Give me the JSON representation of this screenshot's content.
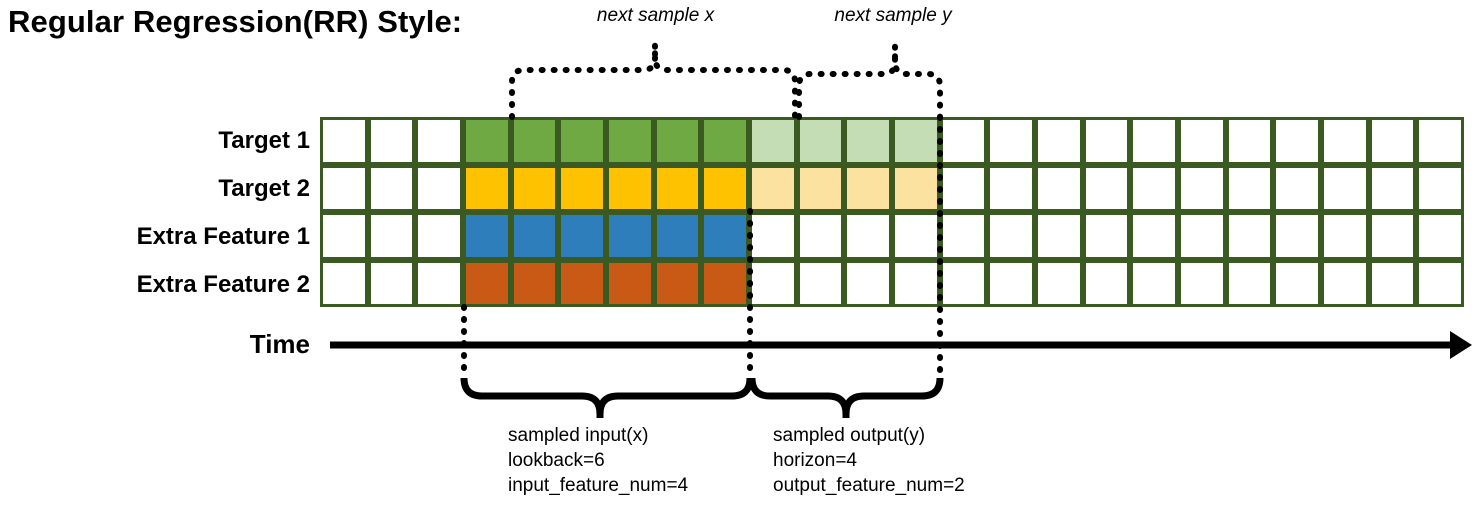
{
  "title": "Regular Regression(RR) Style:",
  "top_annotations": {
    "next_sample_x": "next sample x",
    "next_sample_y": "next sample y"
  },
  "axis": {
    "time_label": "Time"
  },
  "rows": [
    {
      "label": "Target 1",
      "key": "target-1"
    },
    {
      "label": "Target 2",
      "key": "target-2"
    },
    {
      "label": "Extra Feature 1",
      "key": "extra-feature-1"
    },
    {
      "label": "Extra Feature 2",
      "key": "extra-feature-2"
    }
  ],
  "grid": {
    "columns": 24,
    "rows": 4,
    "border_color": "#3A5A22",
    "empty_color": "#FFFFFF",
    "input_start_col": 3,
    "input_end_col": 9,
    "output_start_col": 9,
    "output_end_col": 13
  },
  "colors": {
    "target_1_input": "#6FA944",
    "target_1_output": "#C5DDB4",
    "target_2_input": "#FFC200",
    "target_2_output": "#FCE2A0",
    "extra_feature_1_input": "#2E7EBB",
    "extra_feature_2_input": "#C95A15",
    "grid_border": "#3A5A22",
    "annotation": "#000000"
  },
  "chart_data": {
    "type": "heatmap",
    "title": "Regular Regression(RR) Style:",
    "xlabel": "Time",
    "ylabel": "",
    "categories": [
      "Target 1",
      "Target 2",
      "Extra Feature 1",
      "Extra Feature 2"
    ],
    "n_timesteps": 24,
    "series": [
      {
        "name": "Target 1",
        "fills": [
          "",
          "",
          "",
          "in",
          "in",
          "in",
          "in",
          "in",
          "in",
          "out",
          "out",
          "out",
          "out",
          "",
          "",
          "",
          "",
          "",
          "",
          "",
          "",
          "",
          "",
          ""
        ]
      },
      {
        "name": "Target 2",
        "fills": [
          "",
          "",
          "",
          "in",
          "in",
          "in",
          "in",
          "in",
          "in",
          "out",
          "out",
          "out",
          "out",
          "",
          "",
          "",
          "",
          "",
          "",
          "",
          "",
          "",
          "",
          ""
        ]
      },
      {
        "name": "Extra Feature 1",
        "fills": [
          "",
          "",
          "",
          "in",
          "in",
          "in",
          "in",
          "in",
          "in",
          "",
          "",
          "",
          "",
          "",
          "",
          "",
          "",
          "",
          "",
          "",
          "",
          "",
          "",
          ""
        ]
      },
      {
        "name": "Extra Feature 2",
        "fills": [
          "",
          "",
          "",
          "in",
          "in",
          "in",
          "in",
          "in",
          "in",
          "",
          "",
          "",
          "",
          "",
          "",
          "",
          "",
          "",
          "",
          "",
          "",
          "",
          "",
          ""
        ]
      }
    ],
    "annotations": [
      {
        "text": "next sample x",
        "span_cols": [
          4,
          13
        ]
      },
      {
        "text": "next sample y",
        "span_cols": [
          9,
          13
        ]
      },
      {
        "text": "sampled input(x) lookback=6 input_feature_num=4",
        "span_cols": [
          3,
          9
        ]
      },
      {
        "text": "sampled output(y) horizon=4 output_feature_num=2",
        "span_cols": [
          9,
          13
        ]
      }
    ]
  },
  "bottom_annotations": {
    "left": {
      "line1": "sampled input(x)",
      "line2": "lookback=6",
      "line3": "input_feature_num=4"
    },
    "right": {
      "line1": "sampled output(y)",
      "line2": "horizon=4",
      "line3": "output_feature_num=2"
    }
  }
}
